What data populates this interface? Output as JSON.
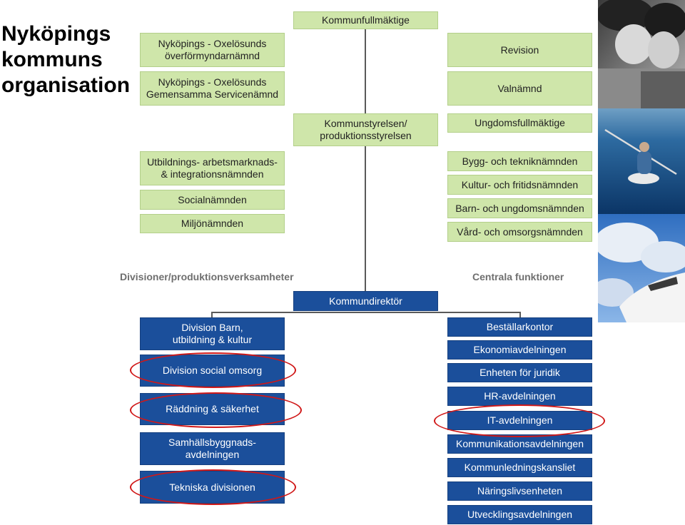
{
  "title": {
    "line1": "Nyköpings",
    "line2": "kommuns",
    "line3": "organisation"
  },
  "top": {
    "kommunfullmaktige": "Kommunfullmäktige",
    "kommunstyrelsen_line1": "Kommunstyrelsen/",
    "kommunstyrelsen_line2": "produktionsstyrelsen",
    "kommundirektor": "Kommundirektör"
  },
  "left_boards": {
    "overformyndar_line1": "Nyköpings - Oxelösunds",
    "overformyndar_line2": "överförmyndarnämnd",
    "servicenamnd_line1": "Nyköpings - Oxelösunds",
    "servicenamnd_line2": "Gemensamma Servicenämnd",
    "utbildning_line1": "Utbildnings- arbetsmarknads-",
    "utbildning_line2": "& integrationsnämnden",
    "social": "Socialnämnden",
    "miljo": "Miljönämnden"
  },
  "right_boards": {
    "revision": "Revision",
    "valnamnd": "Valnämnd",
    "ungdom": "Ungdomsfullmäktige",
    "bygg": "Bygg- och tekniknämnden",
    "kultur": "Kultur- och fritidsnämnden",
    "barn": "Barn- och ungdomsnämnden",
    "vard": "Vård- och omsorgsnämnden"
  },
  "sections": {
    "divisions_label": "Divisioner/produktionsverksamheter",
    "central_label": "Centrala funktioner"
  },
  "divisions": {
    "barn_line1": "Division Barn,",
    "barn_line2": "utbildning & kultur",
    "social": "Division social omsorg",
    "raddning": "Räddning & säkerhet",
    "samhall_line1": "Samhällsbyggnads-",
    "samhall_line2": "avdelningen",
    "teknisk": "Tekniska divisionen"
  },
  "central": {
    "bestallar": "Beställarkontor",
    "ekonomi": "Ekonomiavdelningen",
    "juridik": "Enheten för juridik",
    "hr": "HR-avdelningen",
    "it": "IT-avdelningen",
    "kommunikation": "Kommunikationsavdelningen",
    "kansli": "Kommunledningskansliet",
    "naringsliv": "Näringslivsenheten",
    "utveckling": "Utvecklingsavdelningen"
  },
  "colors": {
    "board_green": "#cfe6aa",
    "division_blue": "#1b4f9b",
    "highlight_red": "#d01818"
  }
}
